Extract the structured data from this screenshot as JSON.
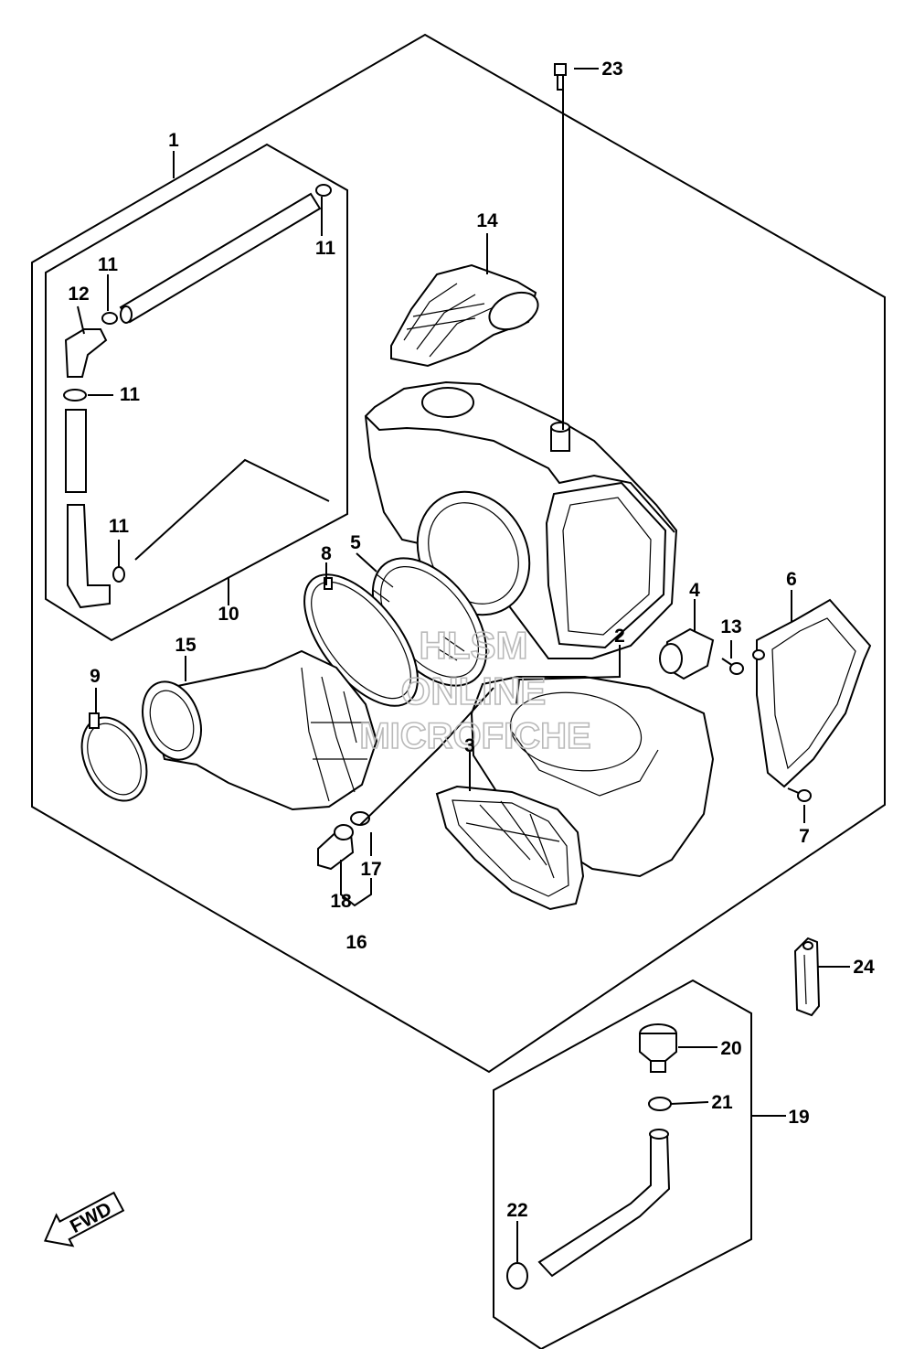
{
  "labels": {
    "p1": "1",
    "p2": "2",
    "p3": "3",
    "p4": "4",
    "p5": "5",
    "p6": "6",
    "p7": "7",
    "p8": "8",
    "p9": "9",
    "p10": "10",
    "p11a": "11",
    "p11b": "11",
    "p11c": "11",
    "p11d": "11",
    "p12": "12",
    "p13": "13",
    "p14": "14",
    "p15": "15",
    "p16": "16",
    "p17": "17",
    "p18": "18",
    "p19": "19",
    "p20": "20",
    "p21": "21",
    "p22": "22",
    "p23": "23",
    "p24": "24"
  },
  "fwd_label": "FWD",
  "watermark": {
    "line1": "HLSM",
    "line2": "ONLINE",
    "line3": "MICROFICHE"
  }
}
